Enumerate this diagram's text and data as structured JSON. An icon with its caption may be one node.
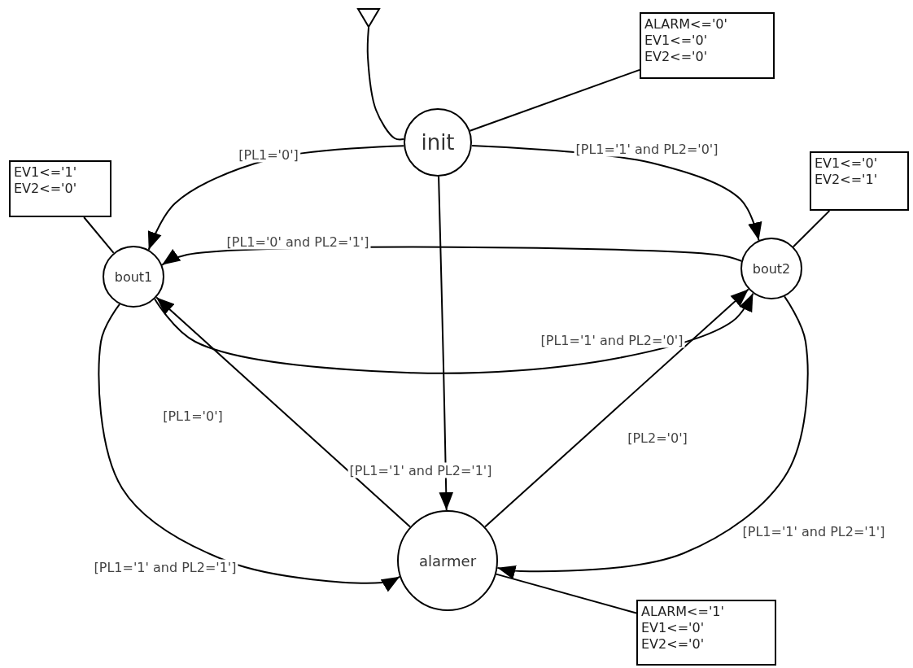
{
  "diagram": {
    "nodes": [
      {
        "text": [],
        "shape": "triangle"
      },
      {
        "text": [
          "ALARM<='0'",
          "EV1<='0'",
          "EV2<='0'"
        ]
      },
      {
        "text": [
          "init"
        ]
      },
      {
        "text": [
          "EV1<='1'",
          "EV2<='0'"
        ]
      },
      {
        "text": [
          "bout1"
        ]
      },
      {
        "text": [
          "EV1<='0'",
          "EV2<='1'"
        ]
      },
      {
        "text": [
          "bout2"
        ]
      },
      {
        "text": [
          "alarmer"
        ]
      },
      {
        "text": [
          "ALARM<='1'",
          "EV1<='0'",
          "EV2<='0'"
        ]
      }
    ],
    "edges": [
      {
        "from": 0,
        "to": 2,
        "arrow": "none"
      },
      {
        "from": 1,
        "to": 2,
        "arrow": "none"
      },
      {
        "from": 2,
        "to": 4,
        "arrow": "to",
        "label": "[PL1='0']"
      },
      {
        "from": 2,
        "to": 6,
        "arrow": "to",
        "label": "[PL1='1' and PL2='0']"
      },
      {
        "from": 2,
        "to": 7,
        "arrow": "to",
        "label": "[PL1='1' and PL2='1']"
      },
      {
        "from": 6,
        "to": 4,
        "arrow": "to",
        "label": "[PL1='0' and PL2='1']"
      },
      {
        "from": 4,
        "to": 6,
        "arrow": "to",
        "label": "[PL1='1' and PL2='0']"
      },
      {
        "from": 7,
        "to": 4,
        "arrow": "to",
        "label": "[PL1='0']"
      },
      {
        "from": 7,
        "to": 6,
        "arrow": "to",
        "label": "[PL2='0']"
      },
      {
        "from": 4,
        "to": 7,
        "arrow": "to",
        "label": "[PL1='1' and PL2='1']"
      },
      {
        "from": 6,
        "to": 7,
        "arrow": "to",
        "label": "[PL1='1' and PL2='1']"
      },
      {
        "from": 3,
        "to": 4,
        "arrow": "none"
      },
      {
        "from": 5,
        "to": 6,
        "arrow": "none"
      },
      {
        "from": 8,
        "to": 7,
        "arrow": "none"
      }
    ]
  }
}
